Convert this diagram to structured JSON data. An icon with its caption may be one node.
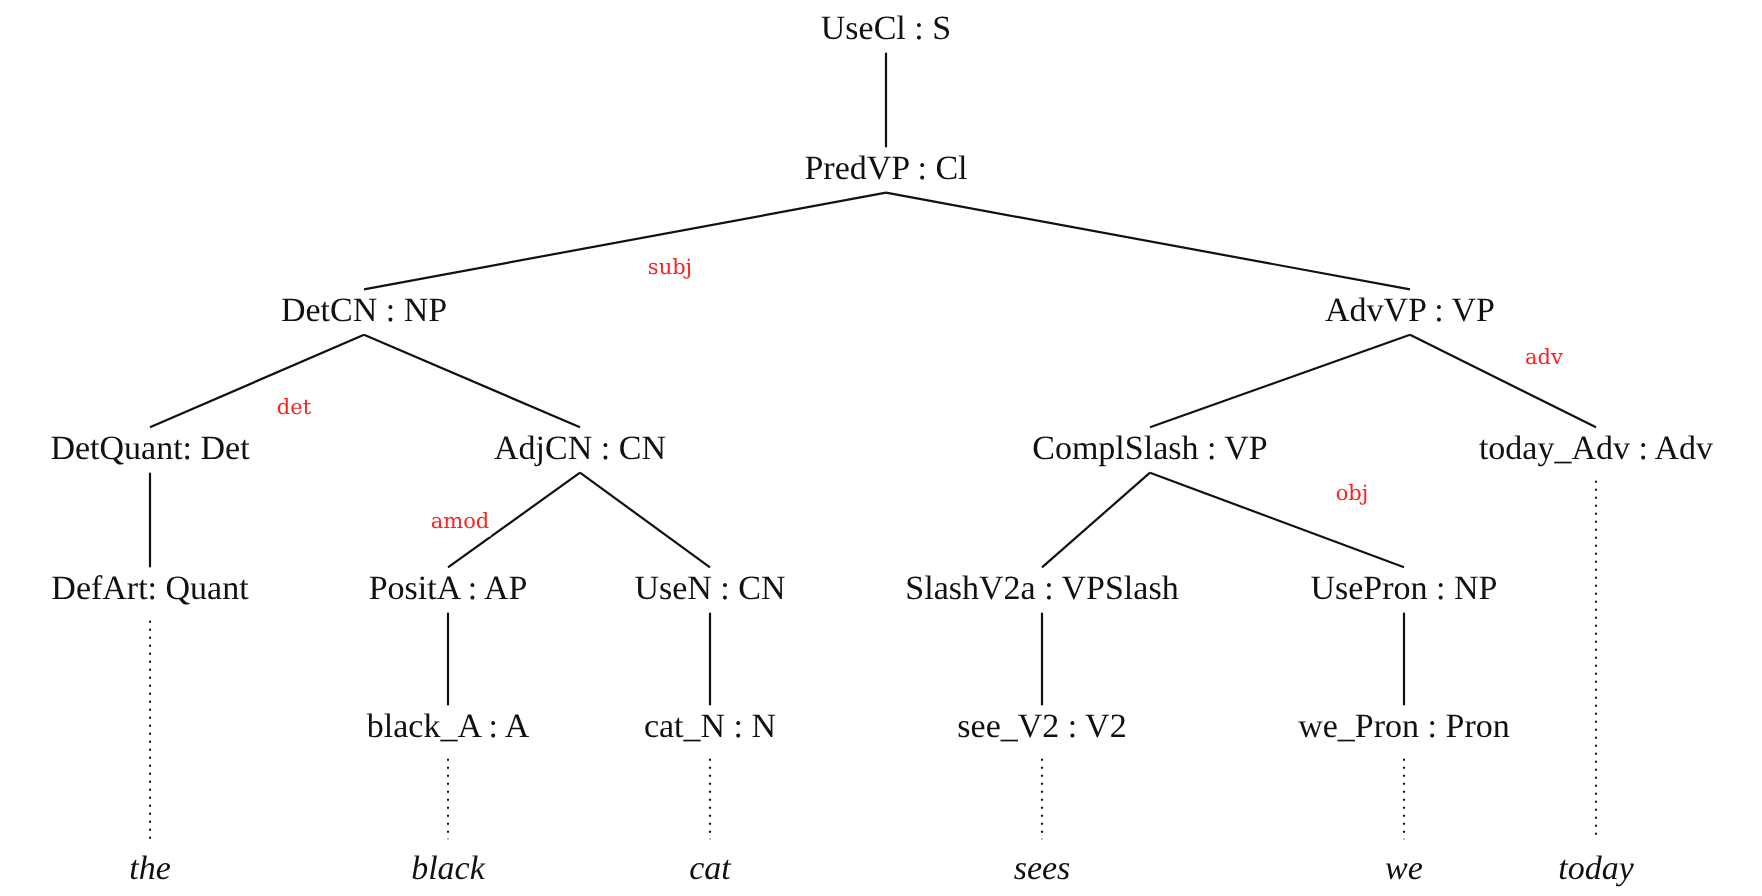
{
  "diagram": {
    "nodes": [
      {
        "text": [
          "UseCl : S"
        ]
      },
      {
        "text": [
          "PredVP : Cl"
        ]
      },
      {
        "text": [
          "DetCN : NP"
        ]
      },
      {
        "text": [
          "AdvVP : VP"
        ]
      },
      {
        "text": [
          "DetQuant: Det"
        ]
      },
      {
        "text": [
          "AdjCN : CN"
        ]
      },
      {
        "text": [
          "ComplSlash : VP"
        ]
      },
      {
        "text": [
          "today_Adv : Adv"
        ]
      },
      {
        "text": [
          "DefArt: Quant"
        ]
      },
      {
        "text": [
          "PositA : AP"
        ]
      },
      {
        "text": [
          "UseN : CN"
        ]
      },
      {
        "text": [
          "SlashV2a : VPSlash"
        ]
      },
      {
        "text": [
          "UsePron : NP"
        ]
      },
      {
        "text": [
          "black_A : A"
        ]
      },
      {
        "text": [
          "cat_N : N"
        ]
      },
      {
        "text": [
          "see_V2 : V2"
        ]
      },
      {
        "text": [
          "we_Pron : Pron"
        ]
      },
      {
        "text": [
          "the"
        ]
      },
      {
        "text": [
          "black"
        ]
      },
      {
        "text": [
          "cat"
        ]
      },
      {
        "text": [
          "sees"
        ]
      },
      {
        "text": [
          "we"
        ]
      },
      {
        "text": [
          "today"
        ]
      }
    ],
    "edges": [
      {
        "from": 0,
        "to": 1,
        "arrow": "none"
      },
      {
        "from": 1,
        "to": 2,
        "arrow": "none",
        "label": "subj"
      },
      {
        "from": 1,
        "to": 3,
        "arrow": "none"
      },
      {
        "from": 2,
        "to": 4,
        "arrow": "none",
        "label": "det"
      },
      {
        "from": 2,
        "to": 5,
        "arrow": "none"
      },
      {
        "from": 3,
        "to": 6,
        "arrow": "none"
      },
      {
        "from": 3,
        "to": 7,
        "arrow": "none",
        "label": "adv"
      },
      {
        "from": 4,
        "to": 8,
        "arrow": "none"
      },
      {
        "from": 5,
        "to": 9,
        "arrow": "none",
        "label": "amod"
      },
      {
        "from": 5,
        "to": 10,
        "arrow": "none"
      },
      {
        "from": 6,
        "to": 11,
        "arrow": "none"
      },
      {
        "from": 6,
        "to": 12,
        "arrow": "none",
        "label": "obj"
      },
      {
        "from": 9,
        "to": 13,
        "arrow": "none"
      },
      {
        "from": 10,
        "to": 14,
        "arrow": "none"
      },
      {
        "from": 11,
        "to": 15,
        "arrow": "none"
      },
      {
        "from": 12,
        "to": 16,
        "arrow": "none"
      },
      {
        "from": 8,
        "to": 17,
        "arrow": "none",
        "style": "dashed"
      },
      {
        "from": 13,
        "to": 18,
        "arrow": "none",
        "style": "dashed"
      },
      {
        "from": 14,
        "to": 19,
        "arrow": "none",
        "style": "dashed"
      },
      {
        "from": 15,
        "to": 20,
        "arrow": "none",
        "style": "dashed"
      },
      {
        "from": 16,
        "to": 21,
        "arrow": "none",
        "style": "dashed"
      },
      {
        "from": 7,
        "to": 22,
        "arrow": "none",
        "style": "dashed"
      }
    ]
  }
}
